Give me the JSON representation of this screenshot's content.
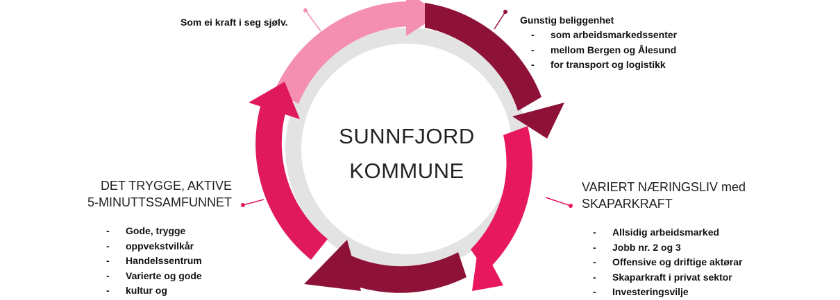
{
  "center": {
    "line1": "SUNNFJORD",
    "line2": "KOMMUNE"
  },
  "top_left": {
    "text": "Som ei kraft i seg sjølv."
  },
  "top_right": {
    "heading": "Gunstig beliggenhet",
    "items": [
      "som arbeidsmarkedssenter",
      "mellom Bergen og Ålesund",
      "for transport og logistikk"
    ]
  },
  "right": {
    "heading_line1": "VARIERT NÆRINGSLIV med",
    "heading_line2": "SKAPARKRAFT",
    "items": [
      "Allsidig arbeidsmarked",
      "Jobb nr. 2 og 3",
      "Offensive og driftige aktørar",
      "Skaparkraft i privat sektor",
      "Investeringsvilje"
    ]
  },
  "left": {
    "heading_line1": "DET TRYGGE, AKTIVE",
    "heading_line2": "5-MINUTTSSAMFUNNET",
    "items": [
      "Gode, trygge",
      "oppvekstvilkår",
      "Handelssentrum",
      "Varierte og gode",
      "kultur og"
    ]
  },
  "colors": {
    "segment_top": "#f48fb1",
    "segment_right": "#8e1237",
    "segment_bottom": "#e8185e",
    "segment_bottom_dark": "#8e1237",
    "segment_left": "#e0195c",
    "inner_circle": "#e3e3e3",
    "connector_pink": "#e8185e",
    "connector_dark": "#8e1237",
    "connector_light": "#f48fb1"
  }
}
